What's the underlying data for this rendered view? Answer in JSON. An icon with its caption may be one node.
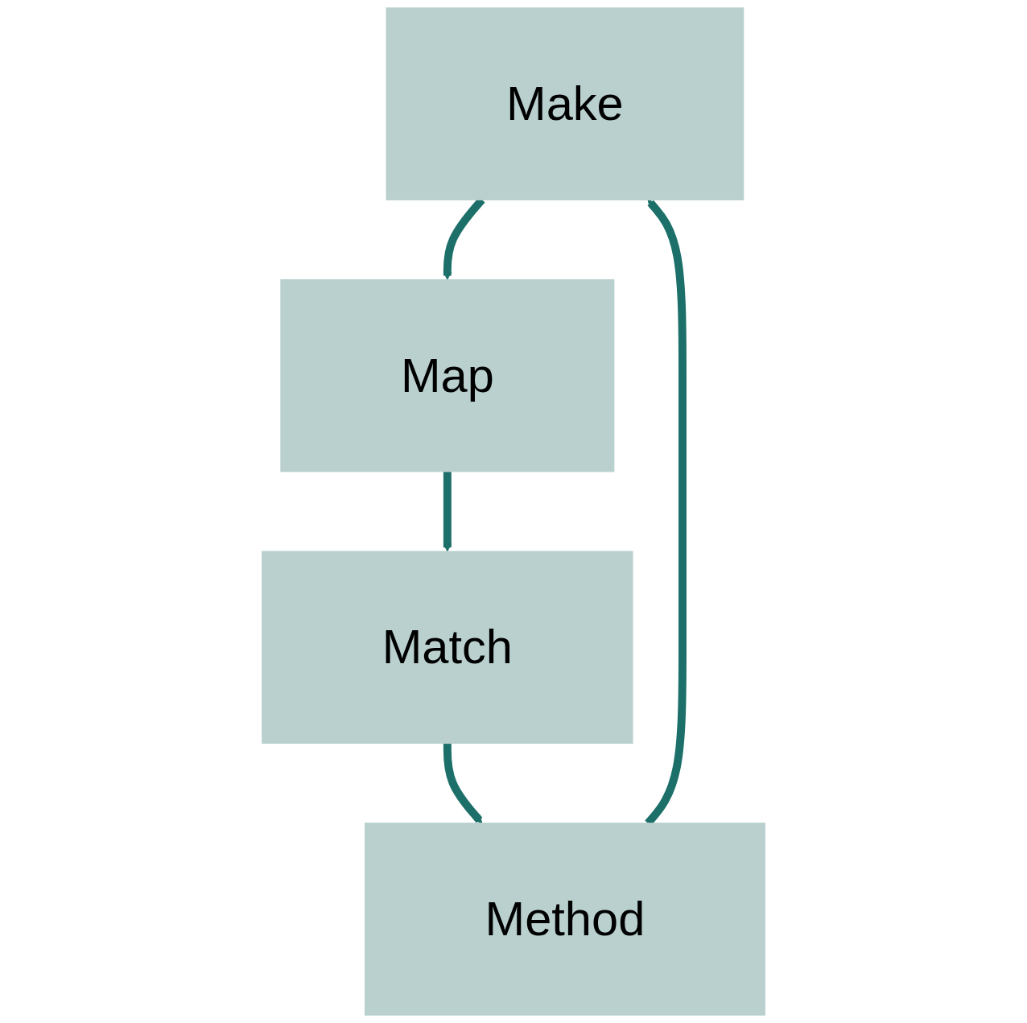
{
  "diagram": {
    "nodes": [
      {
        "text": [
          "Make"
        ]
      },
      {
        "text": [
          "Map"
        ]
      },
      {
        "text": [
          "Match"
        ]
      },
      {
        "text": [
          "Method"
        ]
      }
    ],
    "edges": [
      {
        "from": 0,
        "to": 1,
        "arrow": "to"
      },
      {
        "from": 1,
        "to": 2,
        "arrow": "to"
      },
      {
        "from": 2,
        "to": 3,
        "arrow": "to"
      },
      {
        "from": 3,
        "to": 0,
        "arrow": "to"
      }
    ]
  }
}
